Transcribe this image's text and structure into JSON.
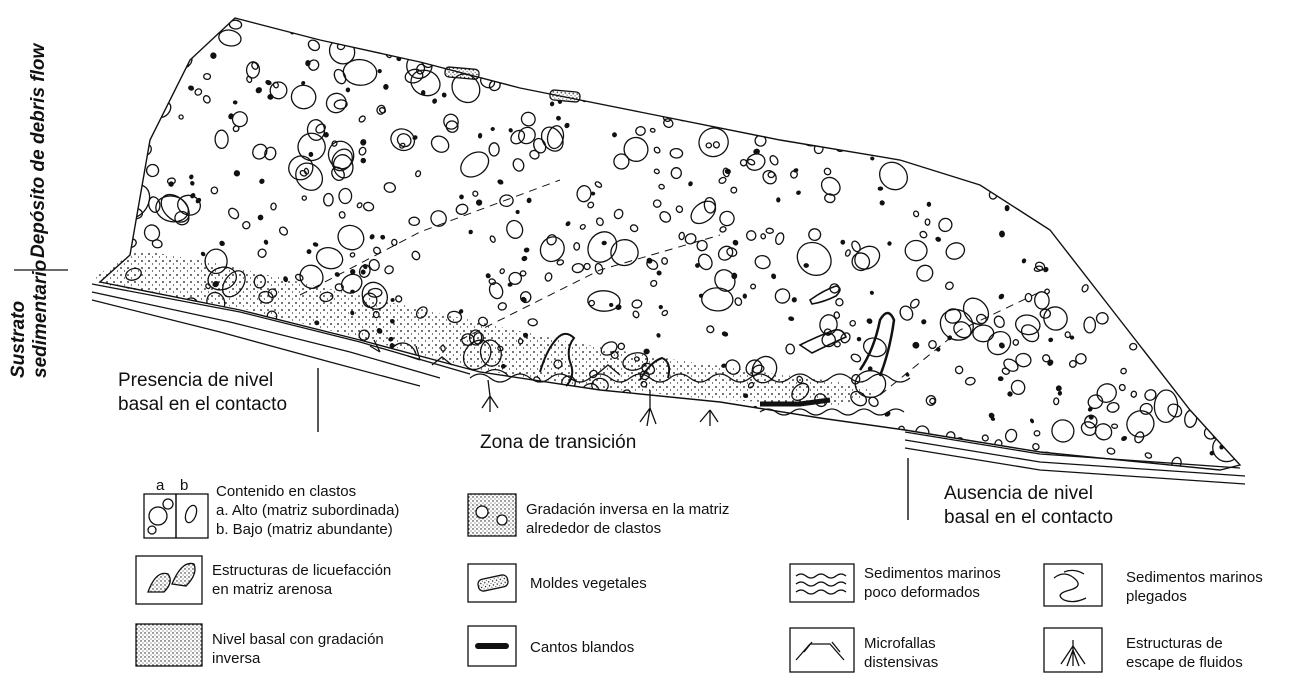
{
  "side_labels": {
    "deposit": "Depósito de debris flow",
    "substrate_line1": "Sustrato",
    "substrate_line2": "sedimentario"
  },
  "zone_labels": {
    "basal_present_line1": "Presencia de nivel",
    "basal_present_line2": "basal en el contacto",
    "transition": "Zona de transición",
    "basal_absent_line1": "Ausencia de nivel",
    "basal_absent_line2": "basal en el contacto"
  },
  "legend": {
    "clast_markers": [
      "a",
      "b"
    ],
    "clast_content": [
      "Contenido en clastos",
      "a. Alto (matriz subordinada)",
      "b. Bajo (matriz abundante)"
    ],
    "inverse_grading_matrix": [
      "Gradación inversa en la matriz",
      "alrededor de clastos"
    ],
    "liquefaction": [
      "Estructuras de licuefacción",
      "en matriz arenosa"
    ],
    "plant_molds": [
      "Moldes vegetales"
    ],
    "marine_undeformed": [
      "Sedimentos marinos",
      "poco deformados"
    ],
    "marine_folded": [
      "Sedimentos marinos",
      "plegados"
    ],
    "basal_level": [
      "Nivel basal con gradación",
      "inversa"
    ],
    "soft_clasts": [
      "Cantos blandos"
    ],
    "microfaults": [
      "Microfallas",
      "distensivas"
    ],
    "fluid_escape": [
      "Estructuras de",
      "escape de fluidos"
    ]
  }
}
